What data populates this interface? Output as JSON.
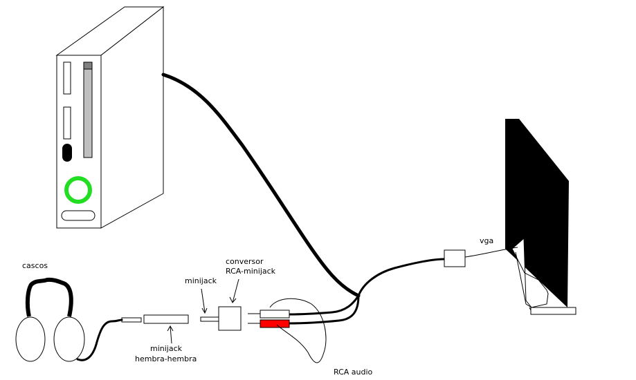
{
  "labels": {
    "cascos": "cascos",
    "minijack_left": "minijack",
    "hembra_line1": "minijack",
    "hembra_line2": "hembra-hembra",
    "conversor_line1": "conversor",
    "conversor_line2": "RCA-minijack",
    "rca_audio": "RCA audio",
    "vga": "vga"
  },
  "colors": {
    "line": "#000000",
    "console_body": "#ffffff",
    "slot_fill": "#c0c0c0",
    "power_ring": "#22dd22",
    "rca_red": "#ff0000",
    "monitor": "#000000"
  }
}
